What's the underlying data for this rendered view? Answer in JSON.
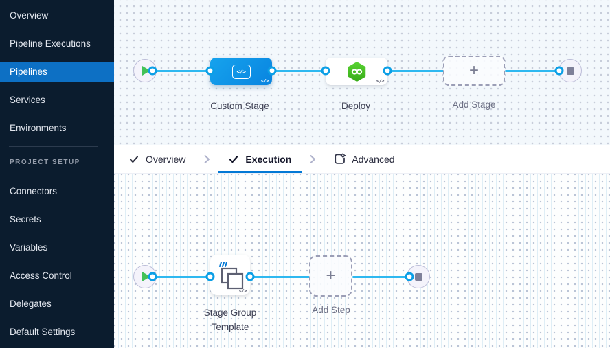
{
  "sidebar": {
    "nav_items": [
      {
        "label": "Overview",
        "active": false
      },
      {
        "label": "Pipeline Executions",
        "active": false
      },
      {
        "label": "Pipelines",
        "active": true
      },
      {
        "label": "Services",
        "active": false
      },
      {
        "label": "Environments",
        "active": false
      }
    ],
    "section_title": "PROJECT SETUP",
    "setup_items": [
      {
        "label": "Connectors"
      },
      {
        "label": "Secrets"
      },
      {
        "label": "Variables"
      },
      {
        "label": "Access Control"
      },
      {
        "label": "Delegates"
      },
      {
        "label": "Default Settings"
      }
    ]
  },
  "tab_bar": {
    "tabs": [
      {
        "label": "Overview",
        "status": "completed"
      },
      {
        "label": "Execution",
        "status": "active"
      },
      {
        "label": "Advanced",
        "status": "default"
      }
    ]
  },
  "stage_pipeline": {
    "node_labels": {
      "custom_stage": "Custom Stage",
      "deploy": "Deploy",
      "add_stage": "Add Stage"
    }
  },
  "execution_pipeline": {
    "node_labels": {
      "stage_group_template": "Stage Group Template",
      "add_step": "Add Step"
    }
  },
  "icons": {
    "plus": "+",
    "code": "</>",
    "play": "play-triangle",
    "stop": "stop-square",
    "check": "check-mark",
    "chevron": "chevron-right",
    "advanced": "page-gear"
  },
  "colors": {
    "sidebar_bg": "#0b1c2e",
    "sidebar_active": "#0d70c4",
    "edge_blue": "#2eb8f0",
    "port_ring": "#0b9fe6",
    "stage_blue": "#0b93e4",
    "deploy_green": "#4bc424",
    "tab_underline": "#0278d5"
  }
}
